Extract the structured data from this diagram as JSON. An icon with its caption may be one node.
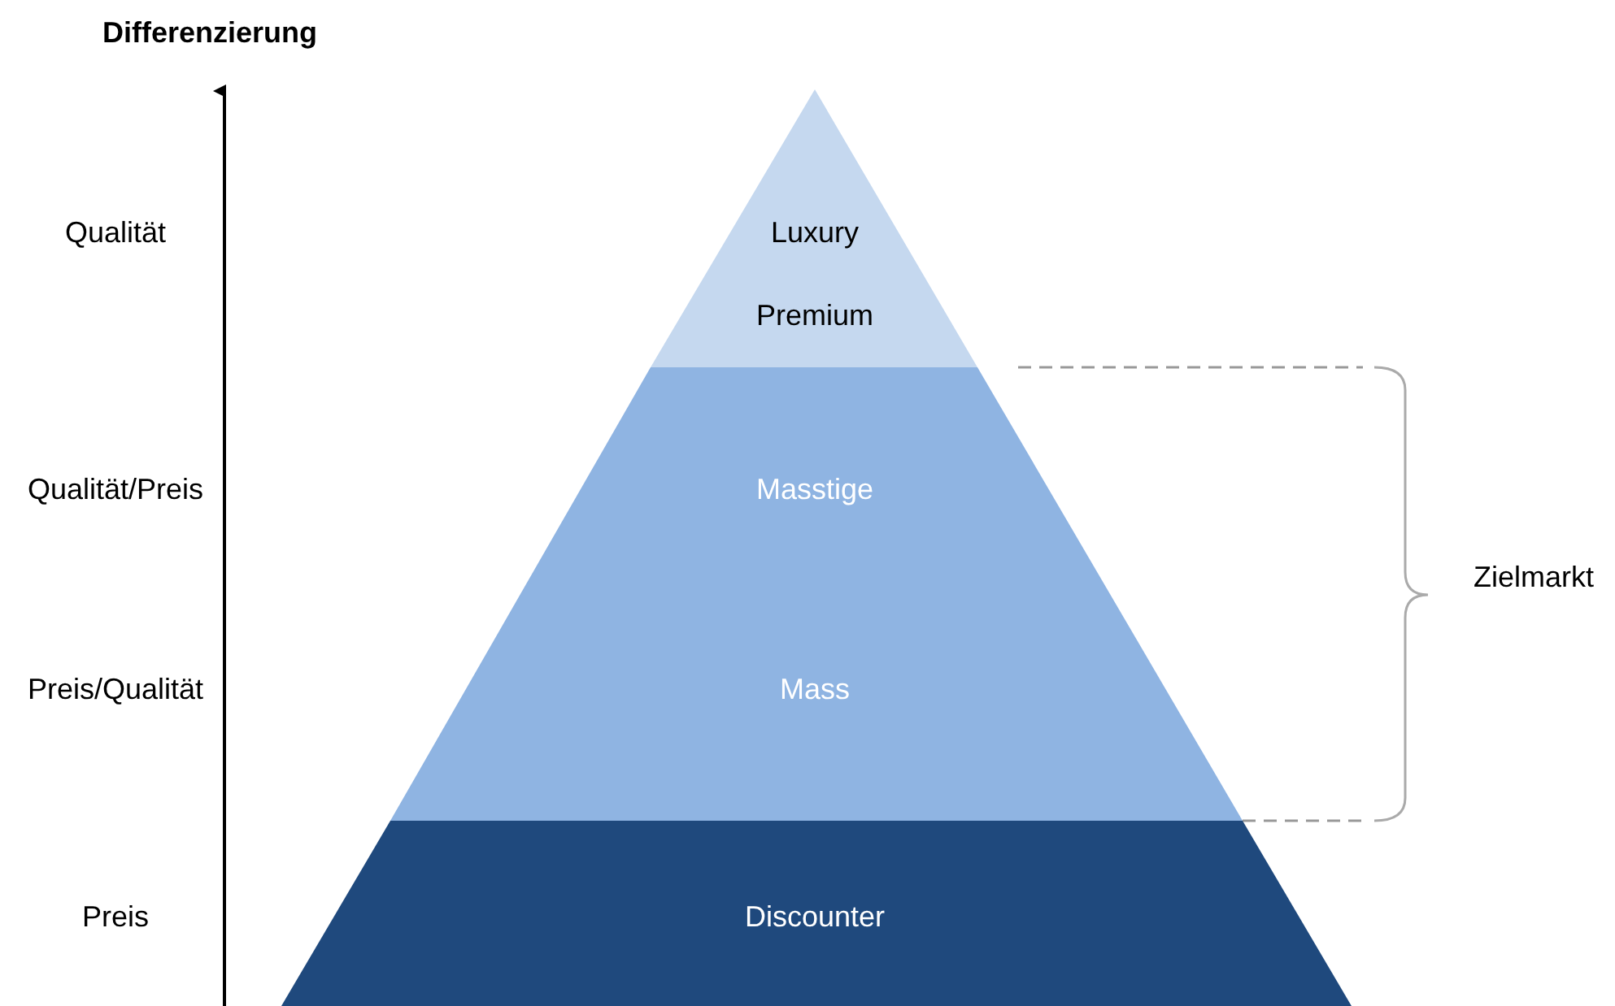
{
  "diagram": {
    "title": "Differenzierung",
    "nodes": [
      {
        "text": [
          "Luxury",
          "Premium"
        ]
      },
      {
        "text": [
          "Masstige",
          "Mass"
        ]
      },
      {
        "text": [
          "Discounter"
        ]
      }
    ],
    "labels": [
      "Qualität",
      "Qualität/Preis",
      "Preis/Qualität",
      "Preis",
      "Zielmarkt"
    ]
  }
}
